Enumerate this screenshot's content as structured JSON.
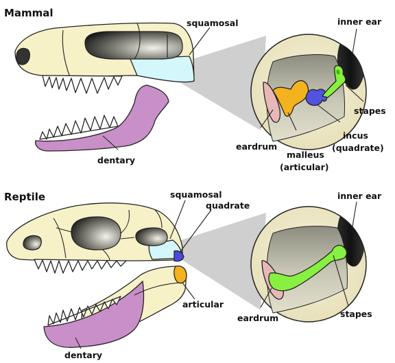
{
  "mammal": {
    "title": "Mammal",
    "labels": {
      "squamosal": "squamosal",
      "dentary": "dentary",
      "inner_ear": "inner ear",
      "stapes": "stapes",
      "incus_line1": "incus",
      "incus_line2": "(quadrate)",
      "malleus_line1": "malleus",
      "malleus_line2": "(articular)",
      "eardrum": "eardrum"
    }
  },
  "reptile": {
    "title": "Reptile",
    "labels": {
      "squamosal": "squamosal",
      "quadrate": "quadrate",
      "articular": "articular",
      "dentary": "dentary",
      "inner_ear": "inner ear",
      "stapes": "stapes",
      "eardrum": "eardrum"
    }
  },
  "colors": {
    "bone": "#f7f1c8",
    "squamosal": "#d4f7fb",
    "dentary": "#c98fc9",
    "articular": "#f5b21f",
    "malleus": "#f5b21f",
    "incus": "#5252e0",
    "quadrate": "#4a4ae0",
    "stapes": "#88f040",
    "eardrum": "#e8b8b8"
  }
}
